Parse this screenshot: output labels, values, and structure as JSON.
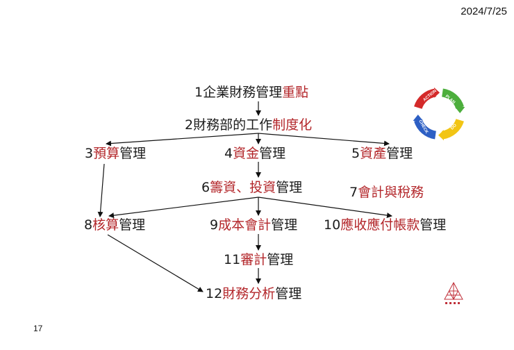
{
  "header": {
    "date": "2024/7/25"
  },
  "footer": {
    "page_number": "17"
  },
  "colors": {
    "text": "#1c1c1c",
    "highlight": "#b3262a",
    "edge": "#111111"
  },
  "nodes": {
    "n1": {
      "prefix": "1企業財務管理",
      "highlight": "重點",
      "suffix": ""
    },
    "n2": {
      "prefix": "2財務部的工作",
      "highlight": "制度化",
      "suffix": ""
    },
    "n3": {
      "prefix": "3",
      "highlight": "預算",
      "suffix": "管理"
    },
    "n4": {
      "prefix": "4",
      "highlight": "資金",
      "suffix": "管理"
    },
    "n5": {
      "prefix": "5",
      "highlight": "資產",
      "suffix": "管理"
    },
    "n6": {
      "prefix": "6",
      "highlight": "籌資、投資",
      "suffix": "管理"
    },
    "n7": {
      "prefix": "7",
      "highlight": "會計與稅務",
      "suffix": ""
    },
    "n8": {
      "prefix": "8",
      "highlight": "核算",
      "suffix": "管理"
    },
    "n9": {
      "prefix": "9",
      "highlight": "成本會計",
      "suffix": "管理"
    },
    "n10": {
      "prefix": "10",
      "highlight": "應收應付帳款",
      "suffix": "管理"
    },
    "n11": {
      "prefix": "11",
      "highlight": "審計",
      "suffix": "管理"
    },
    "n12": {
      "prefix": "12",
      "highlight": "財務分析",
      "suffix": "管理"
    }
  },
  "edges": [
    [
      "n1",
      "n2"
    ],
    [
      "n2",
      "n3"
    ],
    [
      "n2",
      "n4"
    ],
    [
      "n2",
      "n5"
    ],
    [
      "n4",
      "n6"
    ],
    [
      "n3",
      "n8"
    ],
    [
      "n6",
      "n8"
    ],
    [
      "n6",
      "n9"
    ],
    [
      "n6",
      "n10"
    ],
    [
      "n9",
      "n11"
    ],
    [
      "n11",
      "n12"
    ],
    [
      "n8",
      "n12"
    ]
  ],
  "pdca_logo": {
    "labels": [
      "ACTION",
      "PLAN",
      "DO",
      "CHECK"
    ],
    "colors": [
      "#d42a2a",
      "#4cae3c",
      "#f2c515",
      "#2d5fc4"
    ]
  },
  "corner_logo": {
    "color": "#c0303a"
  }
}
